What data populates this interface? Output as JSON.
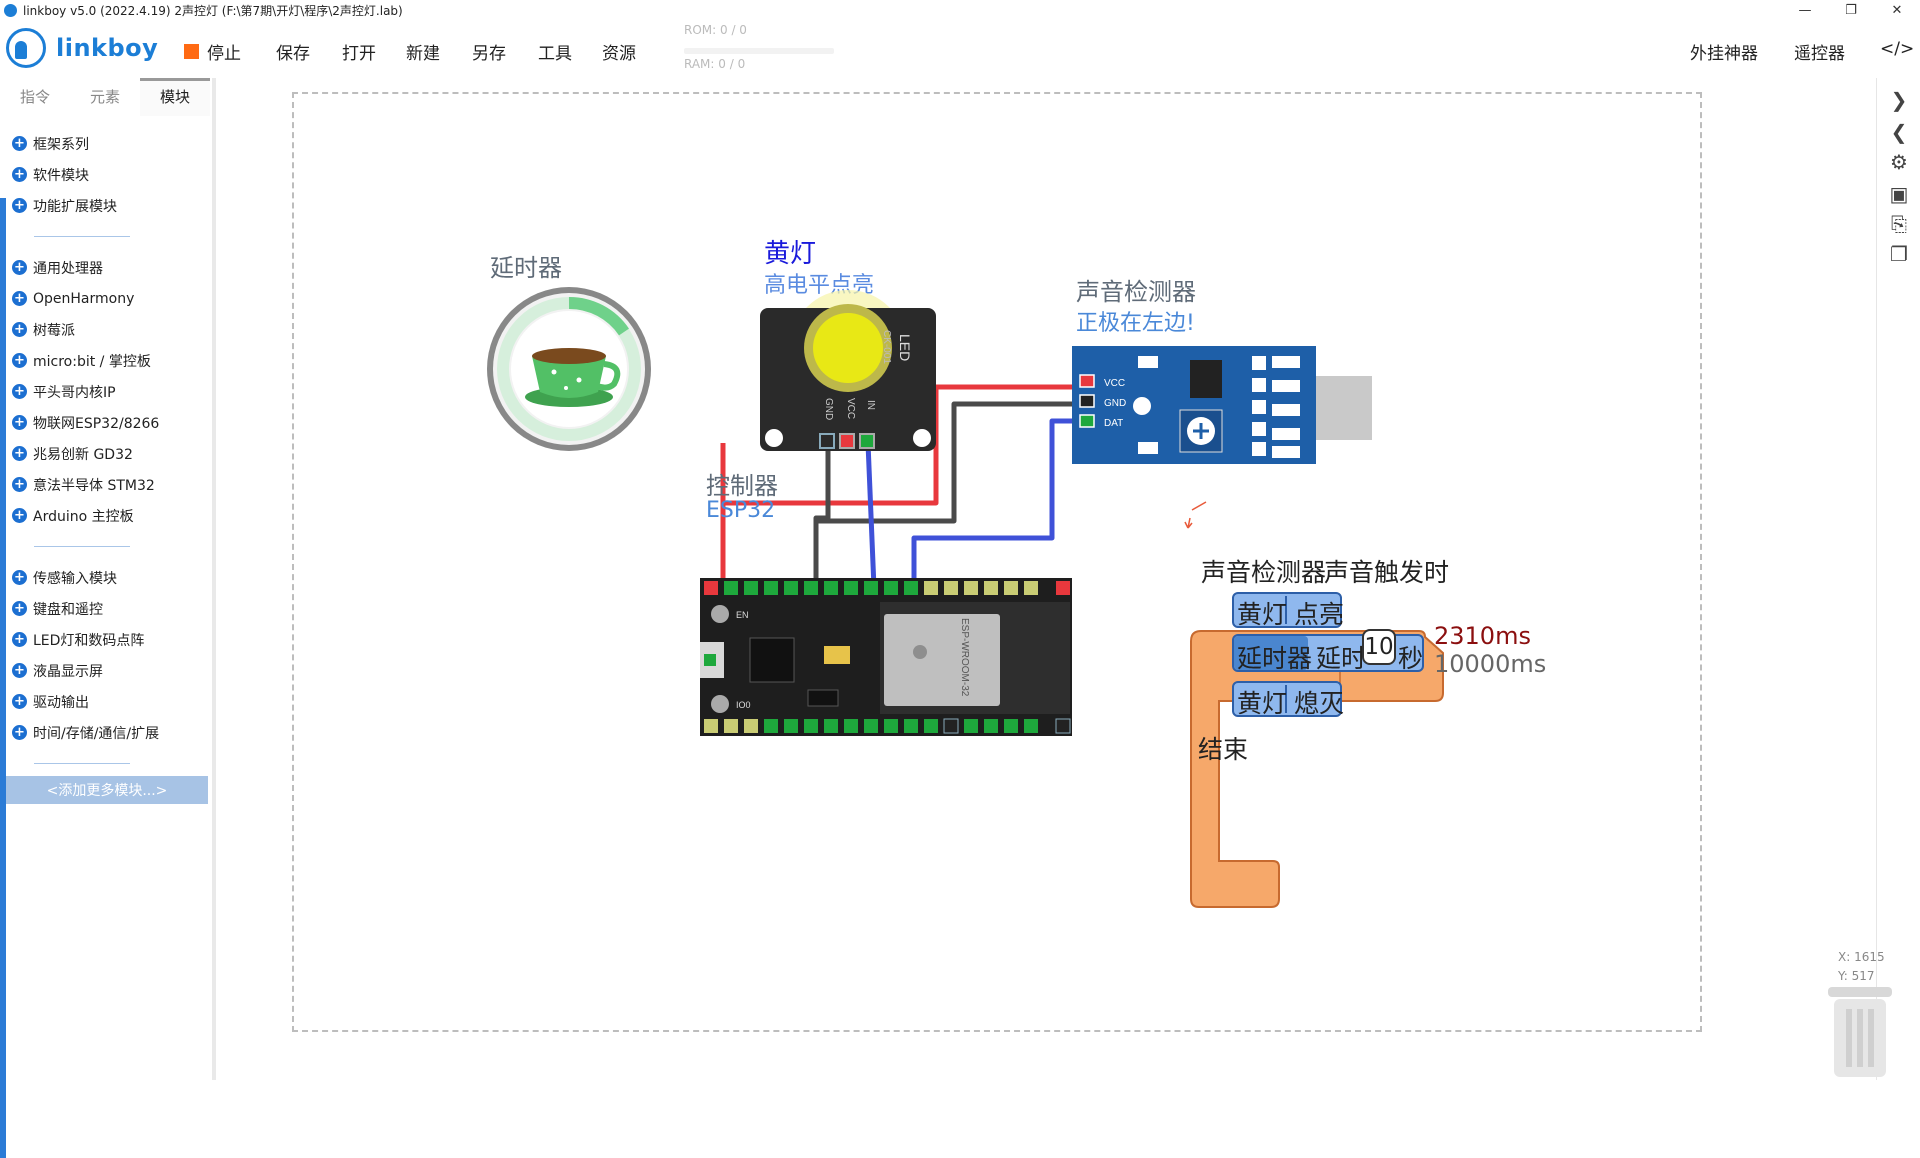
{
  "window": {
    "title": "linkboy v5.0 (2022.4.19) 2声控灯 (F:\\第7期\\开灯\\程序\\2声控灯.lab)",
    "controls": [
      "—",
      "❐",
      "✕"
    ]
  },
  "toolbar": {
    "logo_text": "linkboy",
    "stop_label": "停止",
    "save_label": "保存",
    "open_label": "打开",
    "new_label": "新建",
    "saveas_label": "另存",
    "tools_label": "工具",
    "resources_label": "资源",
    "rom_text": "ROM: 0 / 0",
    "ram_text": "RAM: 0 / 0",
    "plugin_label": "外挂神器",
    "remote_label": "遥控器",
    "code_label": "</>"
  },
  "sidebar": {
    "tabs": [
      "指令",
      "元素",
      "模块"
    ],
    "active_tab": "模块",
    "group1": [
      "框架系列",
      "软件模块",
      "功能扩展模块"
    ],
    "group2": [
      "通用处理器",
      "OpenHarmony",
      "树莓派",
      "micro:bit / 掌控板",
      "平头哥内核IP",
      "物联网ESP32/8266",
      "兆易创新 GD32",
      "意法半导体 STM32",
      "Arduino 主控板"
    ],
    "group3": [
      "传感输入模块",
      "键盘和遥控",
      "LED灯和数码点阵",
      "液晶显示屏",
      "驱动输出",
      "时间/存储/通信/扩展"
    ],
    "add_more": "<添加更多模块...>"
  },
  "canvas": {
    "timer_label": "延时器",
    "led_title": "黄灯",
    "led_sub": "高电平点亮",
    "led_pins": [
      "GND",
      "VCC",
      "IN"
    ],
    "led_board_text": "LED",
    "led_board_code": "CK-001",
    "sensor_title": "声音检测器",
    "sensor_sub": "正极在左边!",
    "sensor_pins": [
      "VCC",
      "GND",
      "DAT"
    ],
    "controller_title": "控制器",
    "controller_sub": "ESP32",
    "esp_module_text": "ESP-WROOM-32",
    "esp_buttons": [
      "EN",
      "IO0"
    ],
    "event_block": {
      "object": "声音检测器",
      "event": "声音触发时"
    },
    "statements": [
      {
        "object": "黄灯",
        "action": "点亮"
      },
      {
        "object": "延时器",
        "action": "延时",
        "value": "10",
        "unit": "秒"
      },
      {
        "object": "黄灯",
        "action": "熄灭"
      }
    ],
    "end_label": "结束",
    "timer_elapsed": "2310ms",
    "timer_total": "10000ms"
  },
  "status": {
    "x": "X: 1615",
    "y": "Y: 517"
  },
  "colors": {
    "accent": "#1c7ed6",
    "stop": "#ff6a13",
    "event_block": "#f6a86a",
    "statement_block": "#8fb8ee",
    "wire_red": "#e8383d",
    "wire_blue": "#3f51d8",
    "wire_dark": "#444444",
    "timer_ring": "#6fd18a"
  }
}
